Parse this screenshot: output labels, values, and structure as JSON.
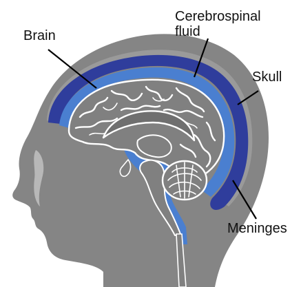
{
  "labels": {
    "brain": "Brain",
    "csf_line1": "Cerebrospinal",
    "csf_line2": "fluid",
    "skull": "Skull",
    "meninges": "Meninges"
  },
  "colors": {
    "head": "#858585",
    "head_dark": "#6f6f6f",
    "skull": "#8f8f8f",
    "meninges": "#2f3d9c",
    "csf": "#4a7fd0",
    "brain": "#808080",
    "brain_line": "#ffffff",
    "text": "#111111",
    "leader": "#000000"
  }
}
